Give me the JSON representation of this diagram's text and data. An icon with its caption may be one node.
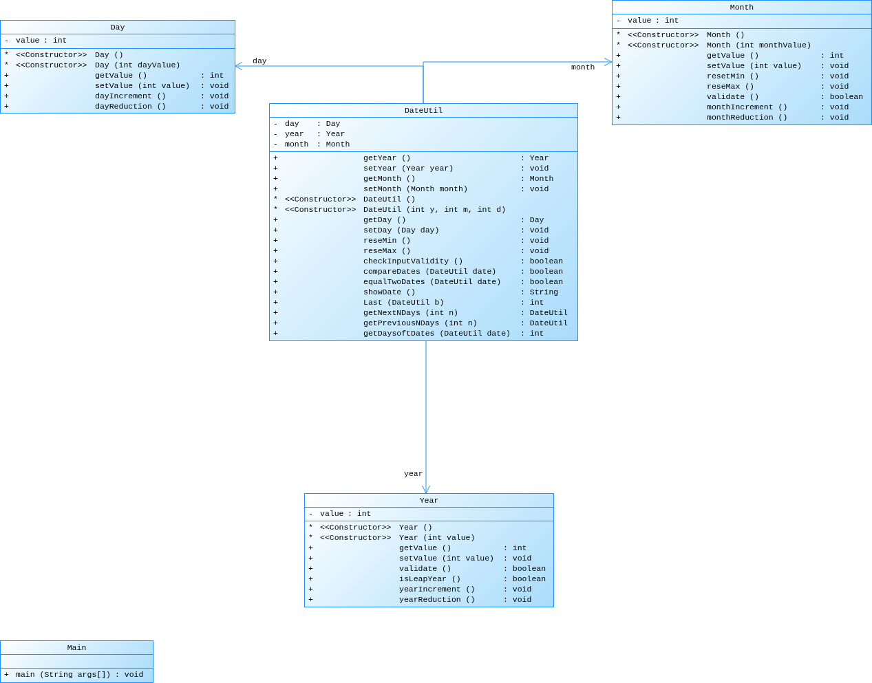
{
  "diagram": {
    "nodes": [
      {
        "text": [
          "Day"
        ]
      },
      {
        "text": [
          "- value : int"
        ],
        "in": 0
      },
      {
        "text": [
          "* <<Constructor>> Day ()",
          "* <<Constructor>> Day (int dayValue)",
          "+ getValue () : int",
          "+ setValue (int value) : void",
          "+ dayIncrement () : void",
          "+ dayReduction () : void"
        ],
        "in": 0
      },
      {
        "text": [
          "Month"
        ]
      },
      {
        "text": [
          "- value : int"
        ],
        "in": 3
      },
      {
        "text": [
          "* <<Constructor>> Month ()",
          "* <<Constructor>> Month (int monthValue)",
          "+ getValue () : int",
          "+ setValue (int value) : void",
          "+ resetMin () : void",
          "+ reseMax () : void",
          "+ validate () : boolean",
          "+ monthIncrement () : void",
          "+ monthReduction () : void"
        ],
        "in": 3
      },
      {
        "text": [
          "DateUtil"
        ]
      },
      {
        "text": [
          "- day : Day",
          "- year : Year",
          "- month : Month"
        ],
        "in": 6
      },
      {
        "text": [
          "+ getYear () : Year",
          "+ setYear (Year year) : void",
          "+ getMonth () : Month",
          "+ setMonth (Month month) : void",
          "* <<Constructor>> DateUtil ()",
          "* <<Constructor>> DateUtil (int y, int m, int d)",
          "+ getDay () : Day",
          "+ setDay (Day day) : void",
          "+ reseMin () : void",
          "+ reseMax () : void",
          "+ checkInputValidity () : boolean",
          "+ compareDates (DateUtil date) : boolean",
          "+ equalTwoDates (DateUtil date) : boolean",
          "+ showDate () : String",
          "+ Last (DateUtil b) : int",
          "+ getNextNDays (int n) : DateUtil",
          "+ getPreviousNDays (int n) : DateUtil",
          "+ getDaysoftDates (DateUtil date) : int"
        ],
        "in": 6
      },
      {
        "text": [
          "Year"
        ]
      },
      {
        "text": [
          "- value : int"
        ],
        "in": 9
      },
      {
        "text": [
          "* <<Constructor>> Year ()",
          "* <<Constructor>> Year (int value)",
          "+ getValue () : int",
          "+ setValue (int value) : void",
          "+ validate () : boolean",
          "+ isLeapYear () : boolean",
          "+ yearIncrement () : void",
          "+ yearReduction () : void"
        ],
        "in": 9
      },
      {
        "text": [
          "Main"
        ]
      },
      {
        "text": [],
        "shape": "box",
        "in": 12
      },
      {
        "text": [
          "+ main (String args[]) : void"
        ],
        "in": 12
      }
    ],
    "edges": [
      {
        "from": 6,
        "to": 0,
        "arrow": "to",
        "label": "day"
      },
      {
        "from": 6,
        "to": 3,
        "arrow": "to",
        "label": "month"
      },
      {
        "from": 6,
        "to": 9,
        "arrow": "to",
        "label": "year"
      }
    ]
  }
}
